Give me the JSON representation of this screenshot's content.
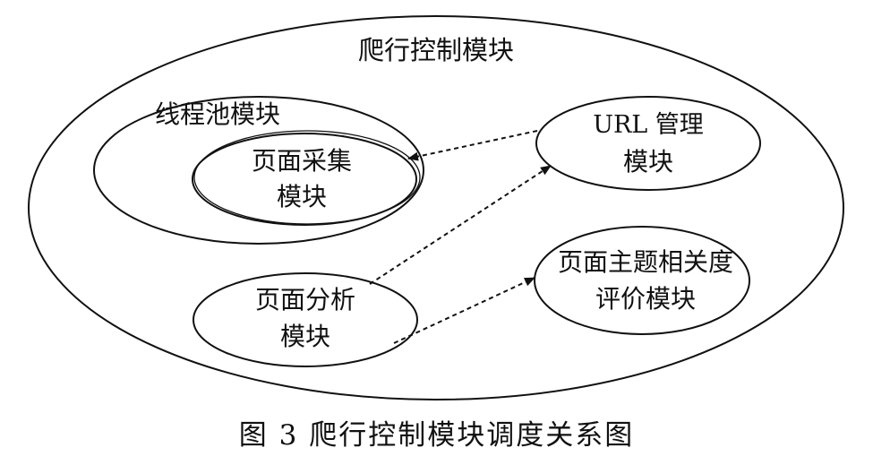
{
  "diagram": {
    "outer_module": "爬行控制模块",
    "thread_pool_module": "线程池模块",
    "page_collect_line1": "页面采集",
    "page_collect_line2": "模块",
    "url_manage_line1": "URL 管理",
    "url_manage_line2": "模块",
    "page_analysis_line1": "页面分析",
    "page_analysis_line2": "模块",
    "relevance_line1": "页面主题相关度",
    "relevance_line2": "评价模块"
  },
  "caption": "图 3    爬行控制模块调度关系图"
}
